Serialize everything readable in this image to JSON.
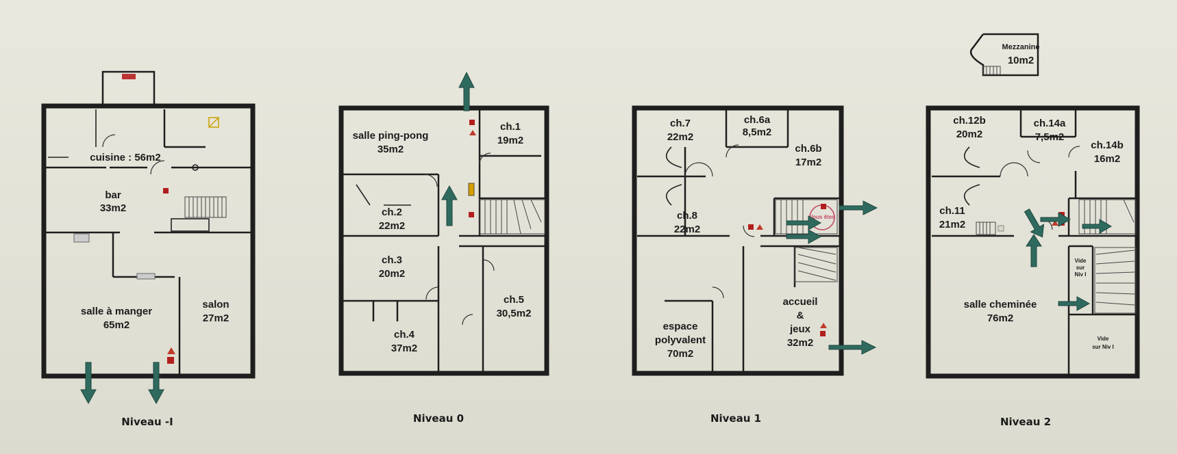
{
  "levels": [
    {
      "title": "Niveau -I",
      "rooms": [
        {
          "name": "cuisine : 56m2"
        },
        {
          "name": "bar",
          "area": "33m2"
        },
        {
          "name": "salle à manger",
          "area": "65m2"
        },
        {
          "name": "salon",
          "area": "27m2"
        }
      ]
    },
    {
      "title": "Niveau 0",
      "rooms": [
        {
          "name": "salle ping-pong",
          "area": "35m2"
        },
        {
          "name": "ch.1",
          "area": "19m2"
        },
        {
          "name": "ch.2",
          "area": "22m2"
        },
        {
          "name": "ch.3",
          "area": "20m2"
        },
        {
          "name": "ch.4",
          "area": "37m2"
        },
        {
          "name": "ch.5",
          "area": "30,5m2"
        }
      ]
    },
    {
      "title": "Niveau 1",
      "rooms": [
        {
          "name": "ch.7",
          "area": "22m2"
        },
        {
          "name": "ch.6a",
          "area": "8,5m2"
        },
        {
          "name": "ch.6b",
          "area": "17m2"
        },
        {
          "name": "ch.8",
          "area": "22m2"
        },
        {
          "name": "espace",
          "name2": "polyvalent",
          "area": "70m2"
        },
        {
          "name": "accueil",
          "name2": "&",
          "name3": "jeux",
          "area": "32m2"
        }
      ],
      "stamp": "Vous êtes"
    },
    {
      "title": "Niveau 2",
      "rooms": [
        {
          "name": "ch.12b",
          "area": "20m2"
        },
        {
          "name": "ch.14a",
          "area": "7,5m2"
        },
        {
          "name": "ch.14b",
          "area": "16m2"
        },
        {
          "name": "ch.11",
          "area": "21m2"
        },
        {
          "name": "salle cheminée",
          "area": "76m2"
        },
        {
          "name": "Mezzanine",
          "area": "10m2"
        },
        {
          "name": "Vide",
          "name2": "sur",
          "name3": "Niv I"
        },
        {
          "name": "Vide",
          "name2": "sur Niv I"
        }
      ]
    }
  ],
  "colors": {
    "wall": "#1e1e1e",
    "exit_arrow": "#2f6a5e",
    "extinguisher": "#b31e1e",
    "background": "#e4e3d9"
  },
  "icons": [
    "exit-arrow-icon",
    "fire-extinguisher-icon",
    "fire-alarm-icon",
    "stair-icon",
    "door-swing-icon"
  ]
}
